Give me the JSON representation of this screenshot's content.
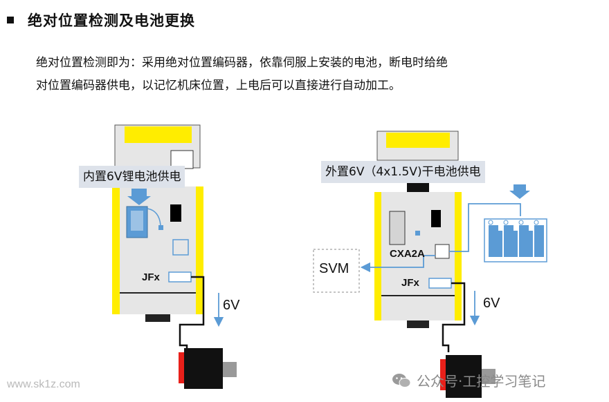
{
  "section": {
    "title": "绝对位置检测及电池更换"
  },
  "description": {
    "line1": "绝对位置检测即为：采用绝对位置编码器，依靠伺服上安装的电池，断电时给绝",
    "line2": "对位置编码器供电，以记忆机床位置，上电后可以直接进行自动加工。"
  },
  "left_diagram": {
    "callout": "内置6V锂电池供电",
    "connector": "JFx",
    "voltage": "6V"
  },
  "right_diagram": {
    "callout": "外置6V（4x1.5V)干电池供电",
    "connector_top": "CXA2A",
    "connector": "JFx",
    "voltage": "6V",
    "svm": "SVM"
  },
  "watermarks": {
    "site": "www.sk1z.com",
    "account": "公众号·工控学习笔记"
  },
  "colors": {
    "yellow": "#ffed00",
    "blue": "#5b9bd5",
    "gray": "#e6e6e6",
    "red": "#e8201a",
    "callout_bg": "#dde2ea"
  },
  "icons": [
    "square-bullet-icon",
    "battery-icon",
    "battery-pack-icon",
    "motor-icon",
    "wechat-icon"
  ]
}
